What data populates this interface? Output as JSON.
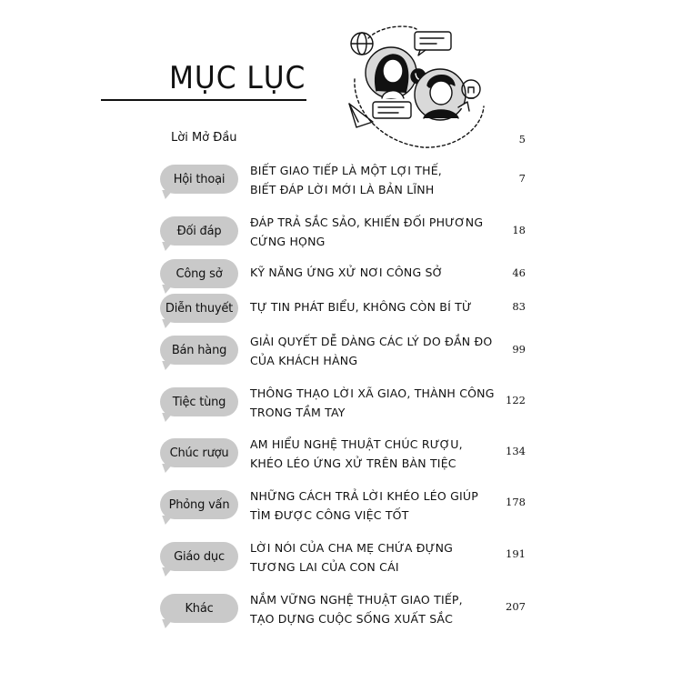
{
  "heading": "MỤC LỤC",
  "intro": {
    "label": "Lời Mở Đầu",
    "page": "5"
  },
  "entries": [
    {
      "tag": "Hội thoại",
      "lines": [
        "BIẾT GIAO TIẾP LÀ MỘT LỢI THẾ,",
        "BIẾT ĐÁP LỜI MỚI LÀ BẢN LĨNH"
      ],
      "page": "7"
    },
    {
      "tag": "Đối đáp",
      "lines": [
        "ĐÁP TRẢ SẮC SẢO, KHIẾN ĐỐI PHƯƠNG",
        "CỨNG HỌNG"
      ],
      "page": "18"
    },
    {
      "tag": "Công sở",
      "lines": [
        "KỸ NĂNG ỨNG XỬ NƠI CÔNG SỞ"
      ],
      "page": "46"
    },
    {
      "tag": "Diễn thuyết",
      "lines": [
        "TỰ TIN PHÁT BIỂU, KHÔNG CÒN BÍ TỪ"
      ],
      "page": "83"
    },
    {
      "tag": "Bán hàng",
      "lines": [
        "GIẢI QUYẾT DỄ DÀNG CÁC LÝ DO ĐẮN ĐO",
        "CỦA KHÁCH HÀNG"
      ],
      "page": "99"
    },
    {
      "tag": "Tiệc tùng",
      "lines": [
        "THÔNG THẠO LỜI XÃ GIAO, THÀNH CÔNG",
        "TRONG TẦM TAY"
      ],
      "page": "122"
    },
    {
      "tag": "Chúc rượu",
      "lines": [
        "AM HIỂU NGHỆ THUẬT CHÚC RƯỢU,",
        "KHÉO LÉO ỨNG XỬ TRÊN BÀN TIỆC"
      ],
      "page": "134"
    },
    {
      "tag": "Phỏng vấn",
      "lines": [
        "NHỮNG CÁCH TRẢ LỜI KHÉO LÉO GIÚP",
        "TÌM ĐƯỢC CÔNG VIỆC TỐT"
      ],
      "page": "178"
    },
    {
      "tag": "Giáo dục",
      "lines": [
        "LỜI NÓI CỦA CHA MẸ CHỨA ĐỰNG",
        "TƯƠNG LAI CỦA CON CÁI"
      ],
      "page": "191"
    },
    {
      "tag": "Khác",
      "lines": [
        "NẮM VỮNG NGHỆ THUẬT GIAO TIẾP,",
        "TẠO DỰNG CUỘC SỐNG XUẤT SẮC"
      ],
      "page": "207"
    }
  ],
  "colors": {
    "bubble": "#c9c9c9",
    "ink": "#111111",
    "background": "#ffffff"
  },
  "illustration": {
    "icons": [
      "globe-icon",
      "chat-bubble-icon",
      "phone-icon",
      "lightbulb-icon",
      "paper-plane-icon"
    ]
  }
}
